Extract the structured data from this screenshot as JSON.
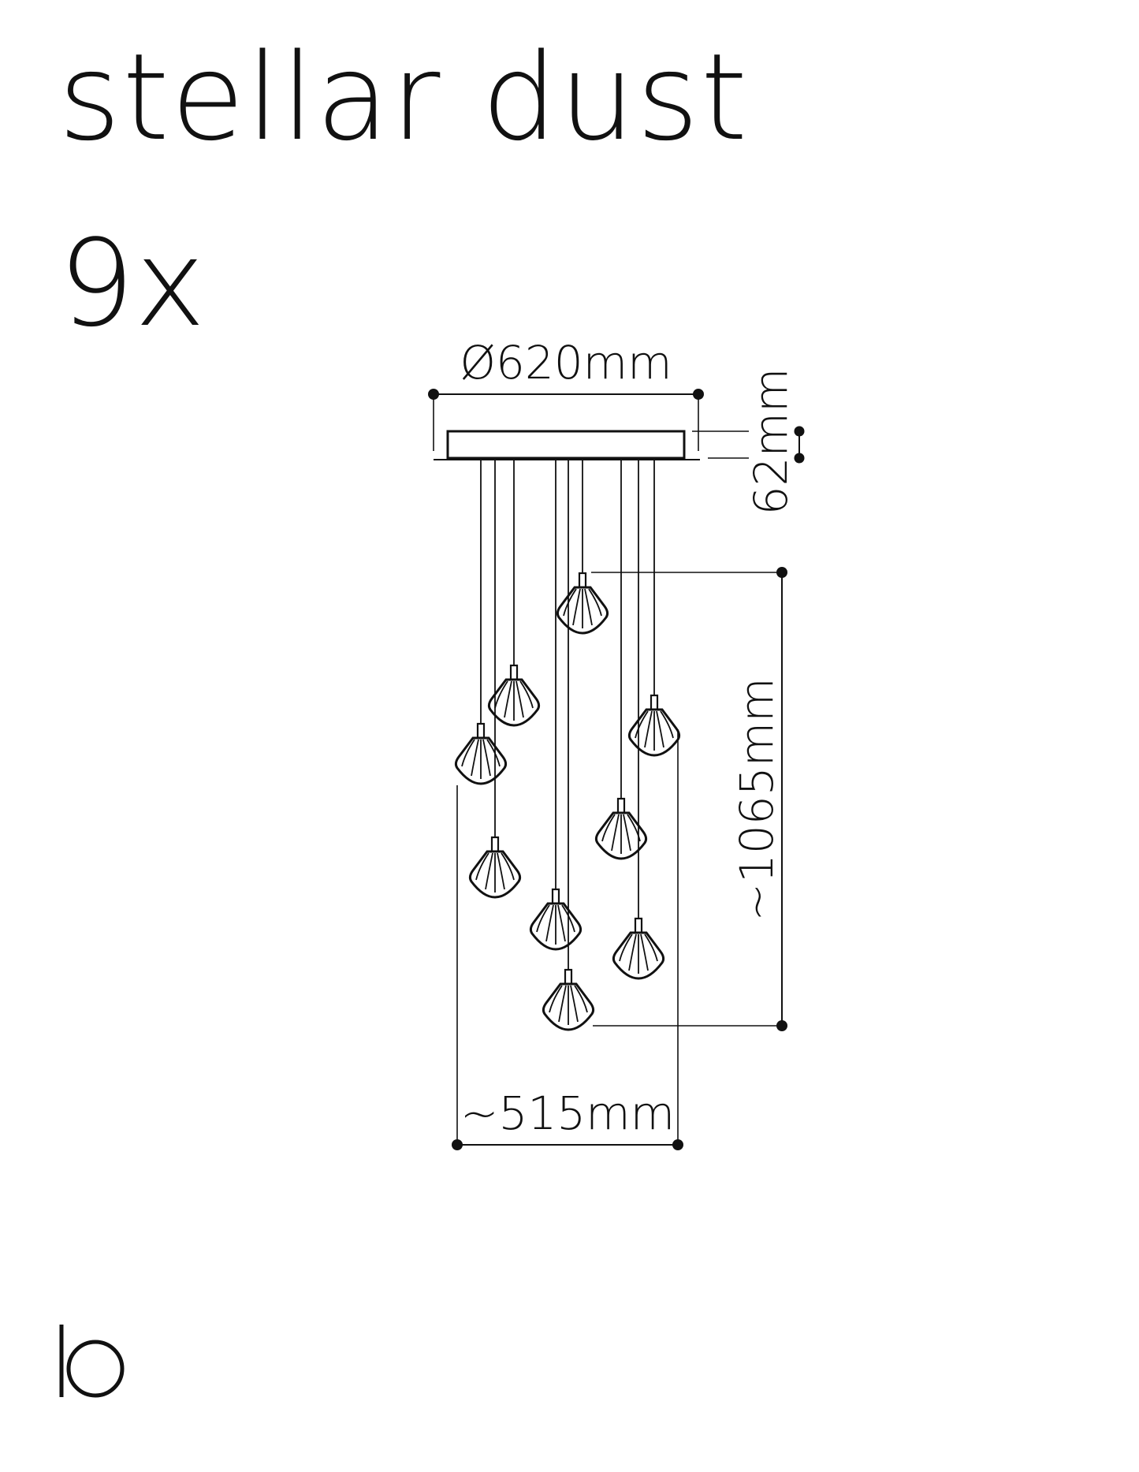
{
  "product": {
    "name": "stellar dust",
    "count": "9x"
  },
  "dimensions": {
    "canopy_diameter": "Ø620mm",
    "canopy_height": "62mm",
    "drop_height": "~1065mm",
    "spread_width": "~515mm"
  },
  "pendant_count": 9,
  "colors": {
    "line": "#111111",
    "background": "#ffffff"
  },
  "logo": {
    "icon": "brand-logo-icon"
  }
}
